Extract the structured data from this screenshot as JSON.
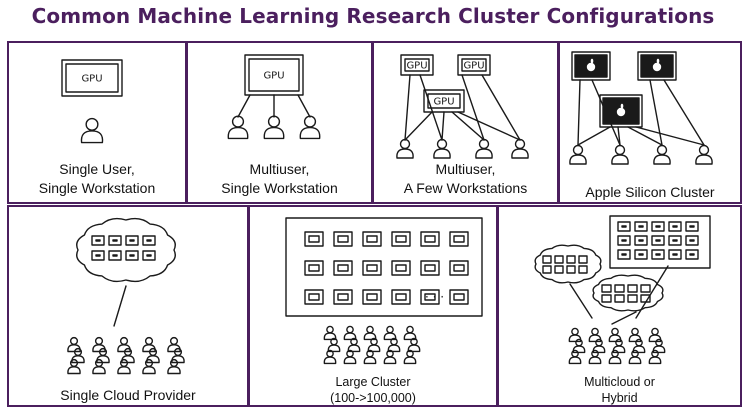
{
  "title": "Common Machine Learning Research Cluster Configurations",
  "colors": {
    "frame": "#4b1f5e",
    "ink": "#1a1a1a",
    "title": "#4b1f5e"
  },
  "chip_label": "GPU",
  "panels": [
    {
      "label": [
        "Single User,",
        "Single Workstation"
      ]
    },
    {
      "label": [
        "Multiuser,",
        "Single Workstation"
      ]
    },
    {
      "label": [
        "Multiuser,",
        "A Few Workstations"
      ]
    },
    {
      "label": [
        "Apple Silicon Cluster"
      ]
    },
    {
      "label": [
        "Single Cloud Provider"
      ]
    },
    {
      "label": [
        "Large Cluster",
        "(100->100,000)"
      ]
    },
    {
      "label": [
        "Multicloud or",
        "Hybrid"
      ]
    }
  ]
}
